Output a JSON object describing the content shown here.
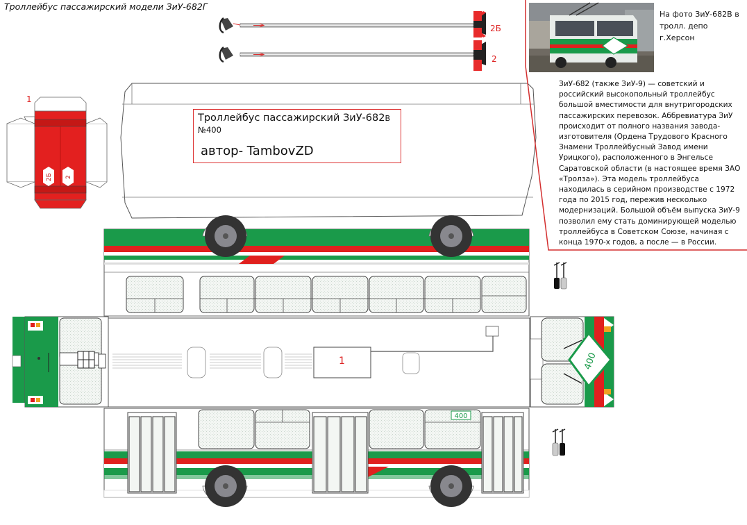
{
  "title": "Троллейбус пассажирский модели ЗиУ-682Г",
  "info": {
    "photo_caption": "На фото ЗиУ-682В в тролл. депо г.Херсон",
    "description": "ЗиУ-682 (также ЗиУ-9) — советский и российский высокопольный троллейбус большой вместимости для внутригородских пассажирских перевозок. Аббревиатура ЗиУ происходит от полного названия завода-изготовителя (Ордена Трудового Красного Знамени Троллейбусный Завод имени Урицкого), расположенного в Энгельсе Саратовской области (в настоящее время ЗАО «Тролза»). Эта модель троллейбуса находилась в серийном производстве с 1972 года по 2015 год, пережив несколько модернизаций. Большой объём выпуска ЗиУ-9 позволил ему стать доминирующей моделью троллейбуса в Советском Союзе, начиная с конца 1970-х годов, а после — в России."
  },
  "roof_panel": {
    "title": "Троллейбус пассажирский ЗиУ-682",
    "title_suffix": "В",
    "number": "№400",
    "author": "автор- TambovZD"
  },
  "labels": {
    "roof_part": "1",
    "rear_part": "1",
    "pole_2b": "2Б",
    "pole_2": "2",
    "mount_2b": "2Б",
    "mount_2": "2",
    "route_number": "400",
    "side_route_number": "400"
  },
  "colors": {
    "livery_green": "#1a9a4a",
    "livery_red": "#e0201e",
    "frame_red": "#d32f2f",
    "glass": "#f2f5f2",
    "tire": "#333333",
    "rim": "#88888e"
  },
  "icons": [
    "trolley-pole-icon",
    "mirror-icon",
    "wheel-icon"
  ]
}
